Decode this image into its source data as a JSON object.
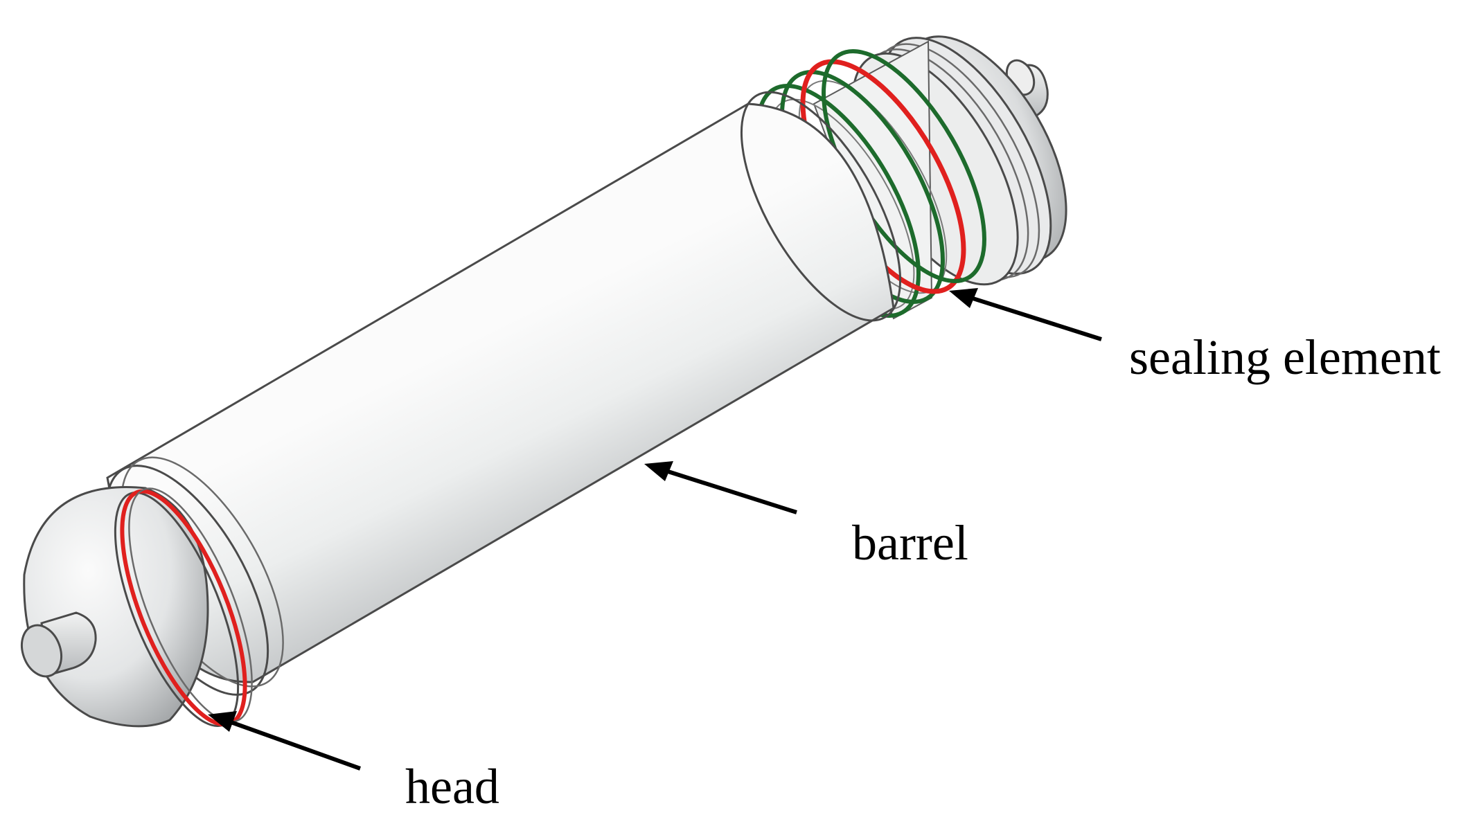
{
  "labels": {
    "sealing_element": "sealing element",
    "barrel": "barrel",
    "head": "head"
  },
  "colors": {
    "background": "#ffffff",
    "body_light": "#f4f5f5",
    "body_mid": "#d9dbdc",
    "body_dark": "#9a9d9f",
    "outline": "#4a4a4a",
    "seal_red": "#e0201e",
    "seal_green": "#1d6b2c",
    "arrow": "#000000",
    "text": "#000000"
  }
}
